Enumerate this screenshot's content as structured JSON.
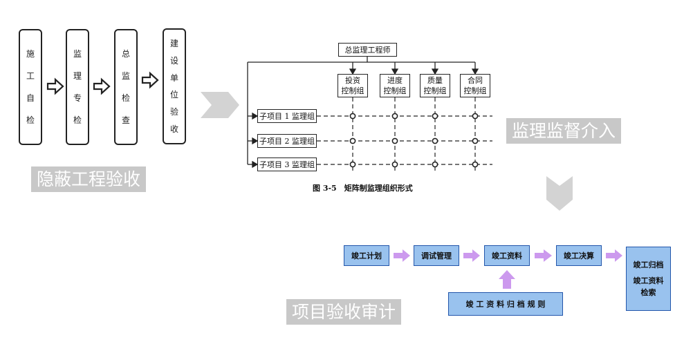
{
  "stages": [
    {
      "id": "shigong",
      "chars": [
        "施",
        "工",
        "自",
        "检"
      ]
    },
    {
      "id": "jianli",
      "chars": [
        "监",
        "理",
        "专",
        "检"
      ]
    },
    {
      "id": "zong",
      "chars": [
        "总",
        "监",
        "检",
        "查"
      ]
    },
    {
      "id": "jianshe",
      "chars": [
        "建",
        "设",
        "单",
        "位",
        "验",
        "收"
      ]
    }
  ],
  "captions": {
    "hidden": "隐蔽工程验收",
    "supervision": "监理监督介入",
    "audit": "项目验收审计"
  },
  "matrix": {
    "top": "总监理工程师",
    "controls": [
      [
        "投资",
        "控制组"
      ],
      [
        "进度",
        "控制组"
      ],
      [
        "质量",
        "控制组"
      ],
      [
        "合同",
        "控制组"
      ]
    ],
    "subprojects": [
      "子项目 1 监理组",
      "子项目 2 监理组",
      "子项目 3 监理组"
    ],
    "figure_caption": "图 3-5　矩阵制监理组织形式"
  },
  "flow": {
    "steps": [
      "竣工计划",
      "调试管理",
      "竣工资料",
      "竣工决算"
    ],
    "final": [
      "竣工归档",
      "竣工资料",
      "检索"
    ],
    "rules": "竣 工 资 料 归 档 规 则"
  },
  "colors": {
    "caption_bg": "#c8c8c8",
    "flow_box": "#99c2ee",
    "flow_arrow": "#cc99ee",
    "chevron": "#d0d0d0"
  }
}
